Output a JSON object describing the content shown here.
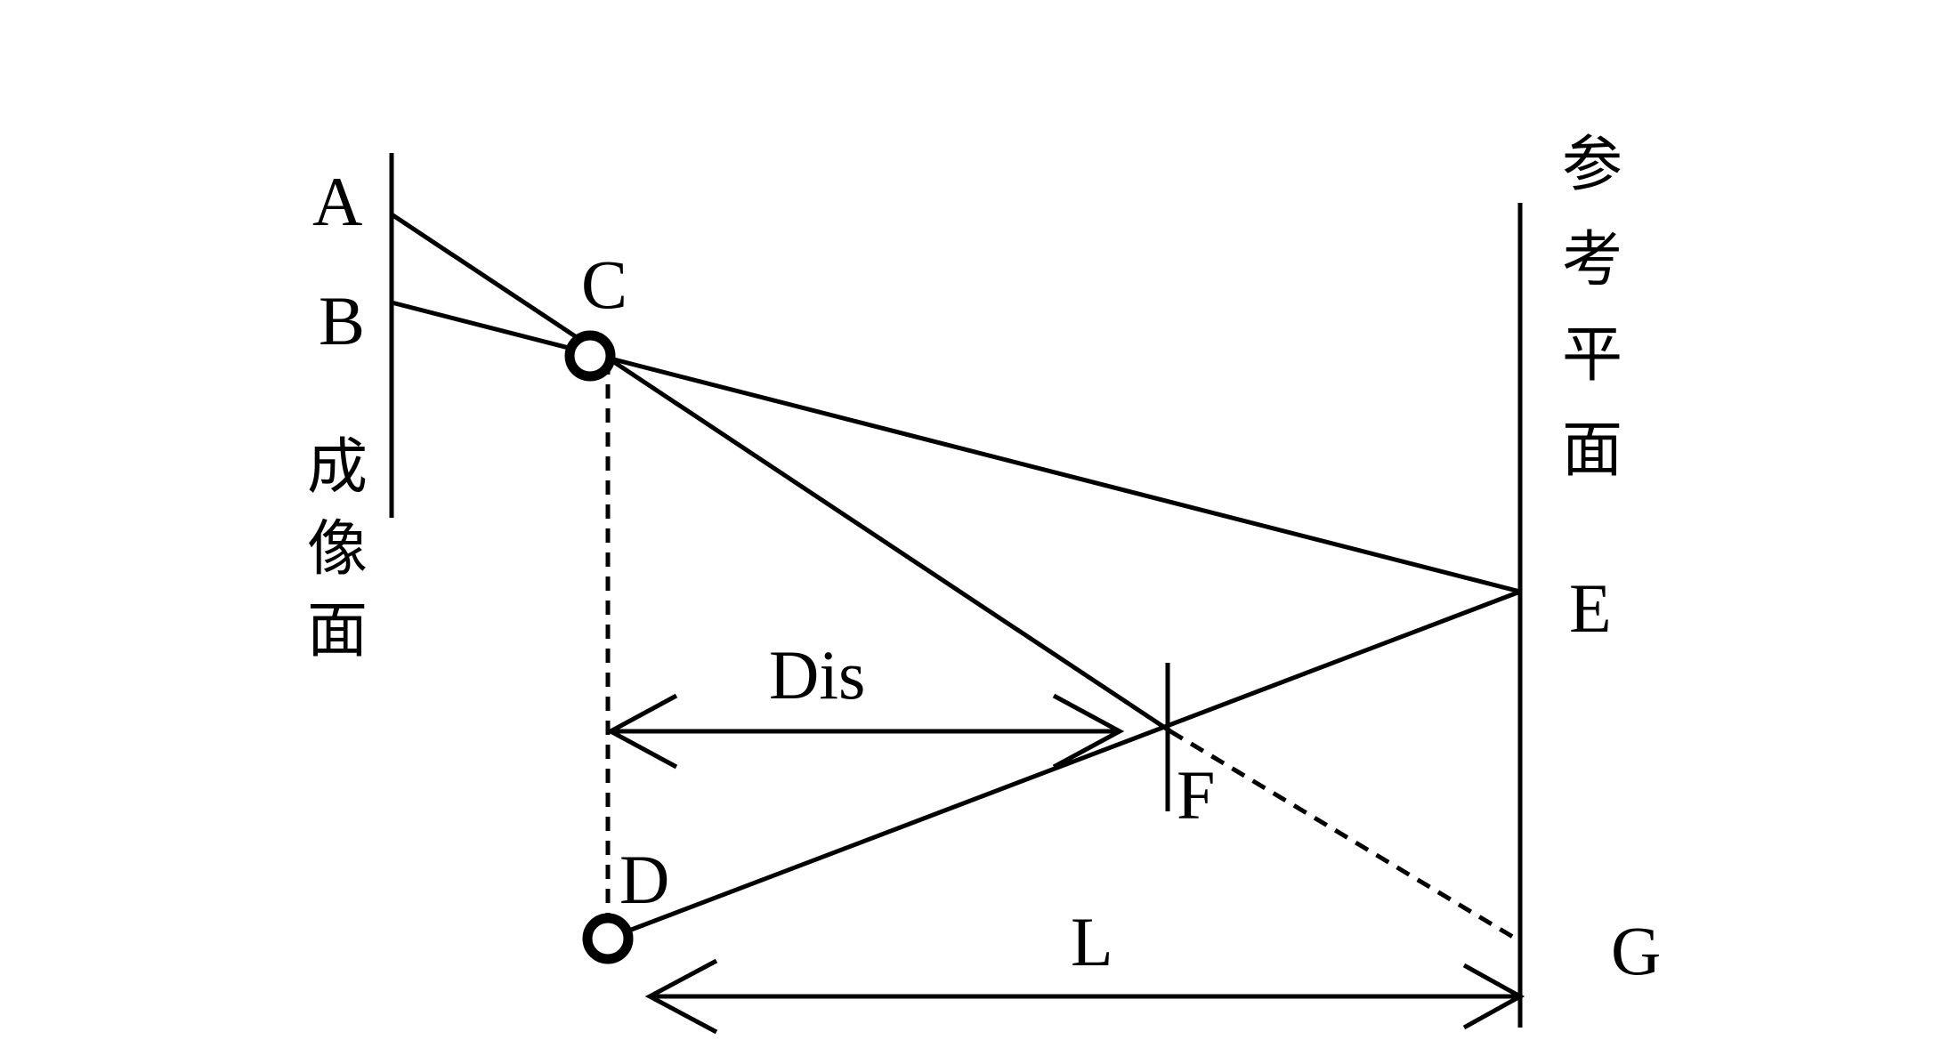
{
  "labels": {
    "A": "A",
    "B": "B",
    "C": "C",
    "D": "D",
    "E": "E",
    "F": "F",
    "G": "G",
    "dis": "Dis",
    "L": "L"
  },
  "imaging_plane": {
    "chars": [
      "成",
      "像",
      "面"
    ]
  },
  "reference_plane": {
    "chars": [
      "参",
      "考",
      "平",
      "面"
    ]
  }
}
